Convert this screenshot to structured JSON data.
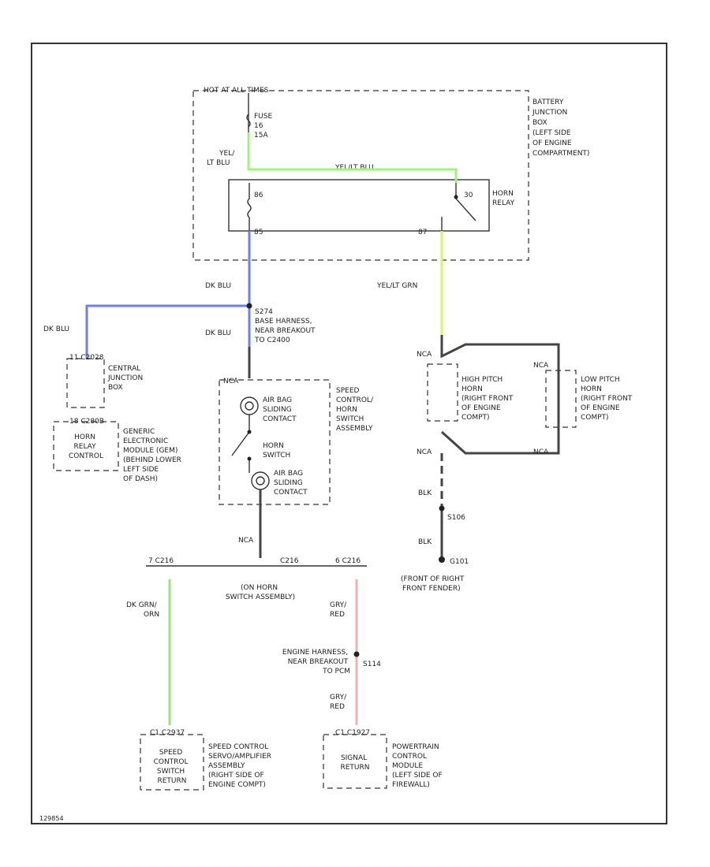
{
  "colors": {
    "dk_blu": "#6f7fe6",
    "yel_lt_blu": "#a6f07f",
    "yel_lt_grn": "#d8f06a",
    "dk_grn_orn": "#9fe07a",
    "gry_red": "#f2b0b0",
    "wire_black": "#444444"
  },
  "labels": {
    "hot_at_all_times": "HOT AT ALL TIMES",
    "battery_jb": [
      "BATTERY",
      "JUNCTION",
      "BOX",
      "(LEFT SIDE",
      "OF ENGINE",
      "COMPARTMENT)"
    ],
    "fuse": [
      "FUSE",
      "16",
      "15A"
    ],
    "yel_lt_blu": [
      "YEL/",
      "LT BLU"
    ],
    "yel_lt_blu_h": "YEL/LT BLU",
    "horn_relay": [
      "HORN",
      "RELAY"
    ],
    "relay_pin_86": "86",
    "relay_pin_30": "30",
    "relay_pin_85": "85",
    "relay_pin_87": "87",
    "dk_blu_1": "DK BLU",
    "dk_blu_2": "DK BLU",
    "dk_blu_3": "DK BLU",
    "yel_lt_grn": "YEL/LT GRN",
    "s274": [
      "S274",
      "BASE HARNESS,",
      "NEAR BREAKOUT",
      "TO C2400"
    ],
    "c2028": "11  C2028",
    "central_jb": [
      "CENTRAL",
      "JUNCTION",
      "BOX"
    ],
    "c280b": "18  C280B",
    "horn_relay_control": [
      "HORN",
      "RELAY",
      "CONTROL"
    ],
    "gem": [
      "GENERIC",
      "ELECTRONIC",
      "MODULE (GEM)",
      "(BEHIND LOWER",
      "LEFT SIDE",
      "OF DASH)"
    ],
    "nca_1": "NCA",
    "airbag_contact_1": [
      "AIR BAG",
      "SLIDING",
      "CONTACT"
    ],
    "horn_switch": [
      "HORN",
      "SWITCH"
    ],
    "airbag_contact_2": [
      "AIR BAG",
      "SLIDING",
      "CONTACT"
    ],
    "speed_control_switch": [
      "SPEED",
      "CONTROL/",
      "HORN",
      "SWITCH",
      "ASSEMBLY"
    ],
    "nca_2": "NCA",
    "c216_left": "7  C216",
    "c216_center": "C216",
    "c216_right": "6  C216",
    "on_horn_switch": [
      "(ON HORN",
      "SWITCH ASSEMBLY)"
    ],
    "nca_high": "NCA",
    "high_pitch_horn": [
      "HIGH PITCH",
      "HORN",
      "(RIGHT FRONT",
      "OF ENGINE",
      "COMPT)"
    ],
    "nca_low": "NCA",
    "low_pitch_horn": [
      "LOW PITCH",
      "HORN",
      "(RIGHT FRONT",
      "OF ENGINE",
      "COMPT)"
    ],
    "nca_3": "NCA",
    "nca_4": "NCA",
    "blk_1": "BLK",
    "s106": "S106",
    "blk_2": "BLK",
    "g101": "G101",
    "front_right_fender": [
      "(FRONT OF RIGHT",
      "FRONT FENDER)"
    ],
    "dk_grn_orn": [
      "DK GRN/",
      "ORN"
    ],
    "gry_red_1": [
      "GRY/",
      "RED"
    ],
    "engine_harness": [
      "ENGINE HARNESS,",
      "NEAR BREAKOUT",
      "TO PCM"
    ],
    "s114": "S114",
    "gry_red_2": [
      "GRY/",
      "RED"
    ],
    "c1_c2937": "C1  C2937",
    "speed_ctrl_return": [
      "SPEED",
      "CONTROL",
      "SWITCH",
      "RETURN"
    ],
    "speed_ctrl_servo": [
      "SPEED CONTROL",
      "SERVO/AMPLIFIER",
      "ASSEMBLY",
      "(RIGHT SIDE OF",
      "ENGINE COMPT)"
    ],
    "c1_c1927": "C1  C1927",
    "signal_return": [
      "SIGNAL",
      "RETURN"
    ],
    "pcm": [
      "POWERTRAIN",
      "CONTROL",
      "MODULE",
      "(LEFT SIDE OF",
      "FIREWALL)"
    ],
    "figure_id": "129854"
  }
}
